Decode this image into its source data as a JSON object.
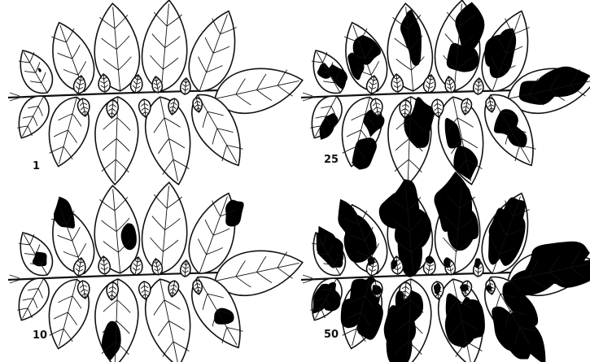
{
  "figure": {
    "panels": [
      {
        "label": "1",
        "severity_percent": 1
      },
      {
        "label": "25",
        "severity_percent": 25
      },
      {
        "label": "10",
        "severity_percent": 10
      },
      {
        "label": "50",
        "severity_percent": 50
      }
    ]
  }
}
